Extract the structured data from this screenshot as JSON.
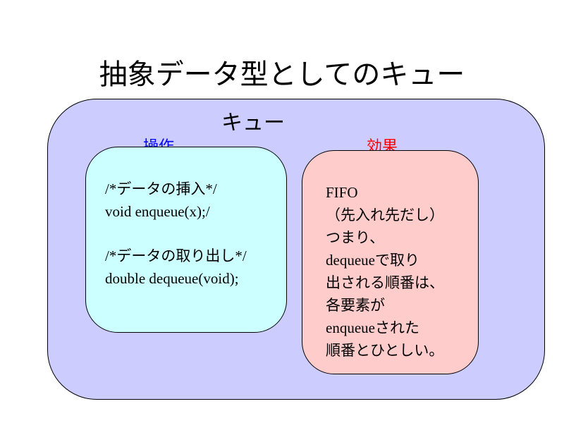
{
  "slide": {
    "title": "抽象データ型としてのキュー",
    "panel_label": "キュー"
  },
  "operations": {
    "caption": "操作",
    "lines": [
      "/*データの挿入*/",
      "void enqueue(x);/",
      "/*データの取り出し*/",
      "double dequeue(void);"
    ]
  },
  "effect": {
    "caption": "効果",
    "lines": [
      "FIFO",
      "（先入れ先だし）",
      "つまり、",
      "dequeueで取り",
      "出される順番は、",
      "各要素が",
      "enqueueされた",
      "順番とひとしい。"
    ]
  },
  "colors": {
    "outer_panel": "#ccccff",
    "operations_box": "#ccffff",
    "effect_box": "#ffcccc",
    "operations_caption": "#0000ff",
    "effect_caption": "#ff0000"
  }
}
